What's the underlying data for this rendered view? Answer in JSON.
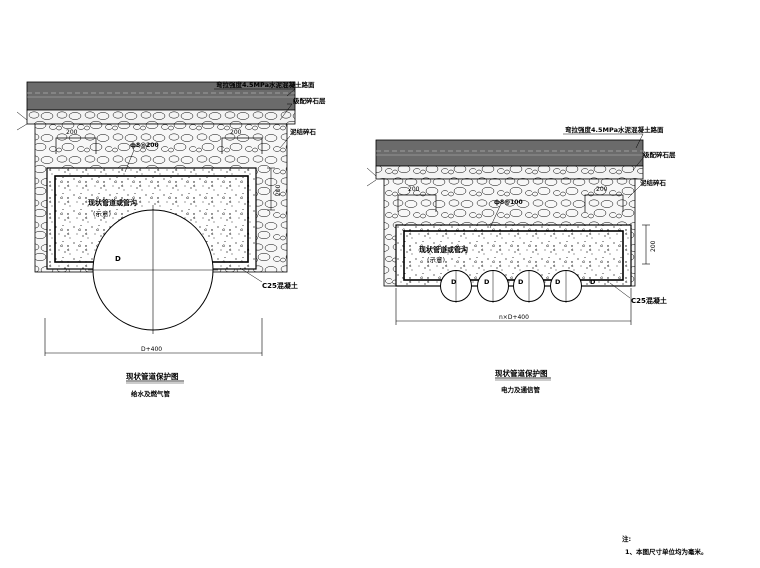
{
  "left": {
    "labels": {
      "pavement": "弯拉强度4.5MPa水泥混凝土路面",
      "gravel_layer": "级配碎石层",
      "mud_stone": "泥结碎石",
      "rebar": "ф8@200",
      "dim_200_a": "200",
      "dim_200_b": "200",
      "dim_200_v": "200",
      "trench": "现状管道或管沟",
      "trench_note": "(示意)",
      "pipe": "D",
      "concrete": "C25混凝土",
      "width": "D+400"
    },
    "title": "现状管道保护图",
    "subtitle": "给水及燃气管"
  },
  "right": {
    "labels": {
      "pavement": "弯拉强度4.5MPa水泥混凝土路面",
      "gravel_layer": "级配碎石层",
      "mud_stone": "泥结碎石",
      "rebar": "ф8@100",
      "dim_200_a": "200",
      "dim_200_b": "200",
      "dim_200_v": "200",
      "trench": "现状管道或管沟",
      "trench_note": "(示意)",
      "pipes": [
        "D",
        "D",
        "D",
        "D",
        "D"
      ],
      "concrete": "C25混凝土",
      "width": "n×D+400"
    },
    "title": "现状管道保护图",
    "subtitle": "电力及通信管"
  },
  "notes": {
    "heading": "注:",
    "line1": "1、本图尺寸单位均为毫米。"
  }
}
